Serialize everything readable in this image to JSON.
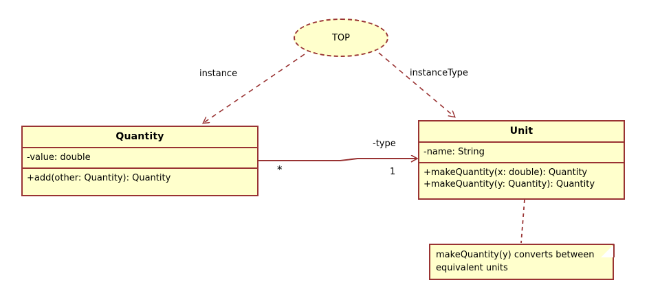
{
  "diagram": {
    "type": "uml-class-diagram",
    "background_color": "#ffffff",
    "fill_color": "#ffffcc",
    "line_color": "#993333"
  },
  "top_node": {
    "label": "TOP",
    "shape": "ellipse",
    "border_style": "dashed"
  },
  "classes": [
    {
      "id": "quantity",
      "name": "Quantity",
      "attributes": [
        "-value: double"
      ],
      "operations": [
        "+add(other: Quantity): Quantity"
      ]
    },
    {
      "id": "unit",
      "name": "Unit",
      "attributes": [
        "-name: String"
      ],
      "operations": [
        "+makeQuantity(x: double): Quantity",
        "+makeQuantity(y: Quantity): Quantity"
      ]
    }
  ],
  "note": {
    "lines": [
      "makeQuantity(y) converts between",
      "equivalent units"
    ]
  },
  "edges": {
    "instance_label": "instance",
    "instance_type_label": "instanceType",
    "association_role": "-type",
    "multiplicity_source": "*",
    "multiplicity_target": "1"
  }
}
